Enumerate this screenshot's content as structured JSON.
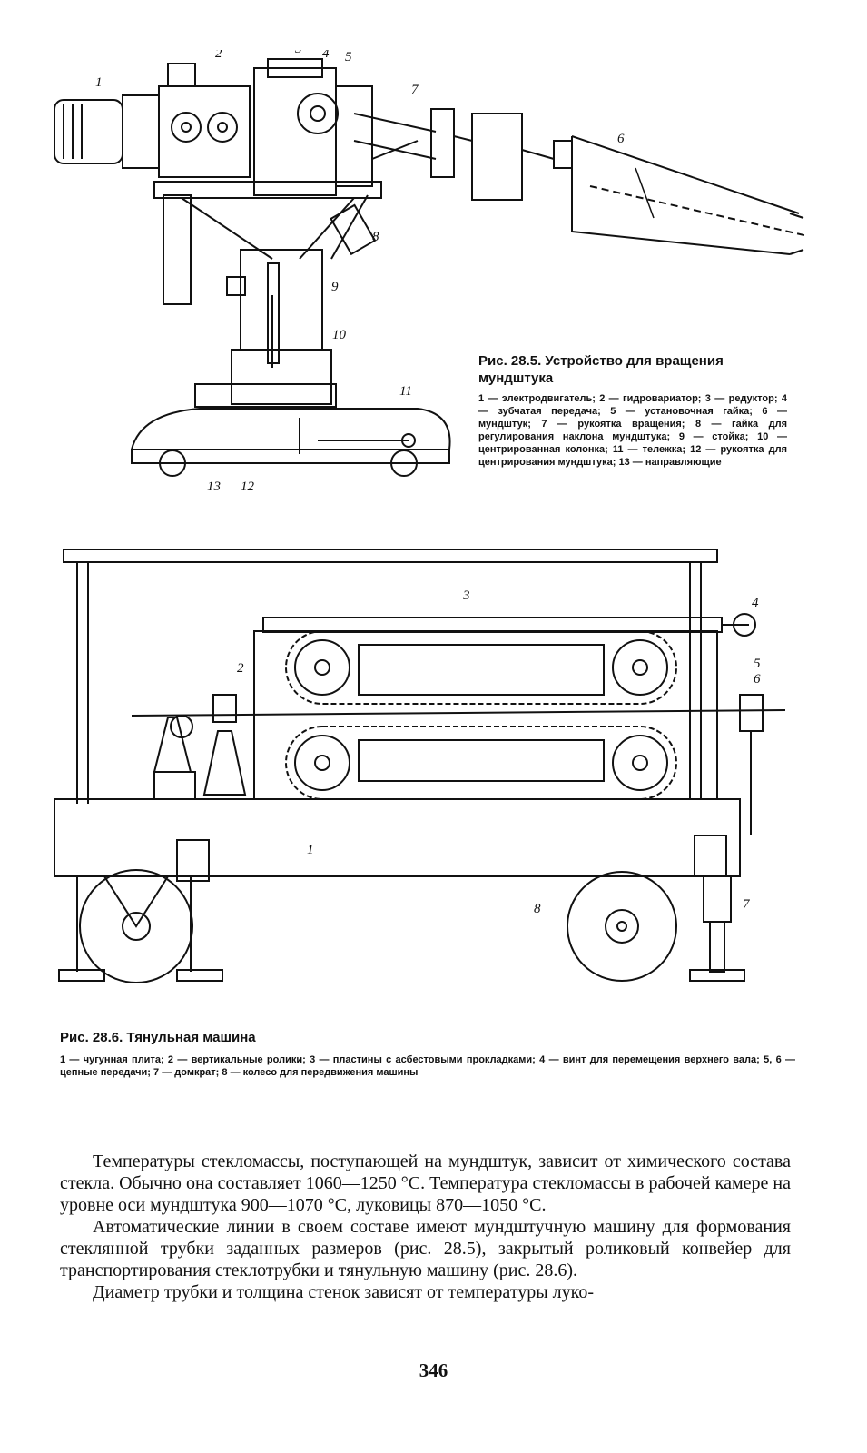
{
  "figure1": {
    "title": "Рис. 28.5. Устройство для вращения мундштука",
    "legend": "1 — электродвигатель; 2 — гидровариатор; 3 — редуктор; 4 — зубчатая передача; 5 — установочная гайка; 6 — мундштук; 7 — рукоятка вращения; 8 — гайка для регулирования наклона мундштука; 9 — стойка; 10 — центрированная колонка; 11 — тележка; 12 — рукоятка для центрирования мундштука; 13 — направляющие",
    "callouts": [
      "1",
      "2",
      "3",
      "4",
      "5",
      "6",
      "7",
      "8",
      "9",
      "10",
      "11",
      "12",
      "13"
    ]
  },
  "figure2": {
    "title": "Рис. 28.6. Тянульная машина",
    "legend": "1 — чугунная плита; 2 — вертикальные ролики; 3 — пластины с асбестовыми прокладками; 4 — винт для перемещения верхнего вала; 5, 6 — цепные передачи; 7 — домкрат; 8 — колесо для передвижения машины",
    "callouts": [
      "1",
      "2",
      "3",
      "4",
      "5",
      "6",
      "7",
      "8"
    ]
  },
  "body": {
    "paragraphs": [
      "Температуры стекломассы, поступающей на мундштук, зависит от химического состава стекла. Обычно она составляет 1060—1250 °С. Температура стекломассы в рабочей камере на уровне оси мундштука 900—1070 °С, луковицы 870—1050 °С.",
      "Автоматические линии в своем составе имеют мундштучную машину для формования стеклянной трубки заданных размеров (рис. 28.5), закрытый роликовый конвейер для транспортирования стеклотрубки и тянульную машину (рис. 28.6).",
      "Диаметр трубки и толщина стенок зависят от температуры луко-"
    ]
  },
  "page_number": "346"
}
